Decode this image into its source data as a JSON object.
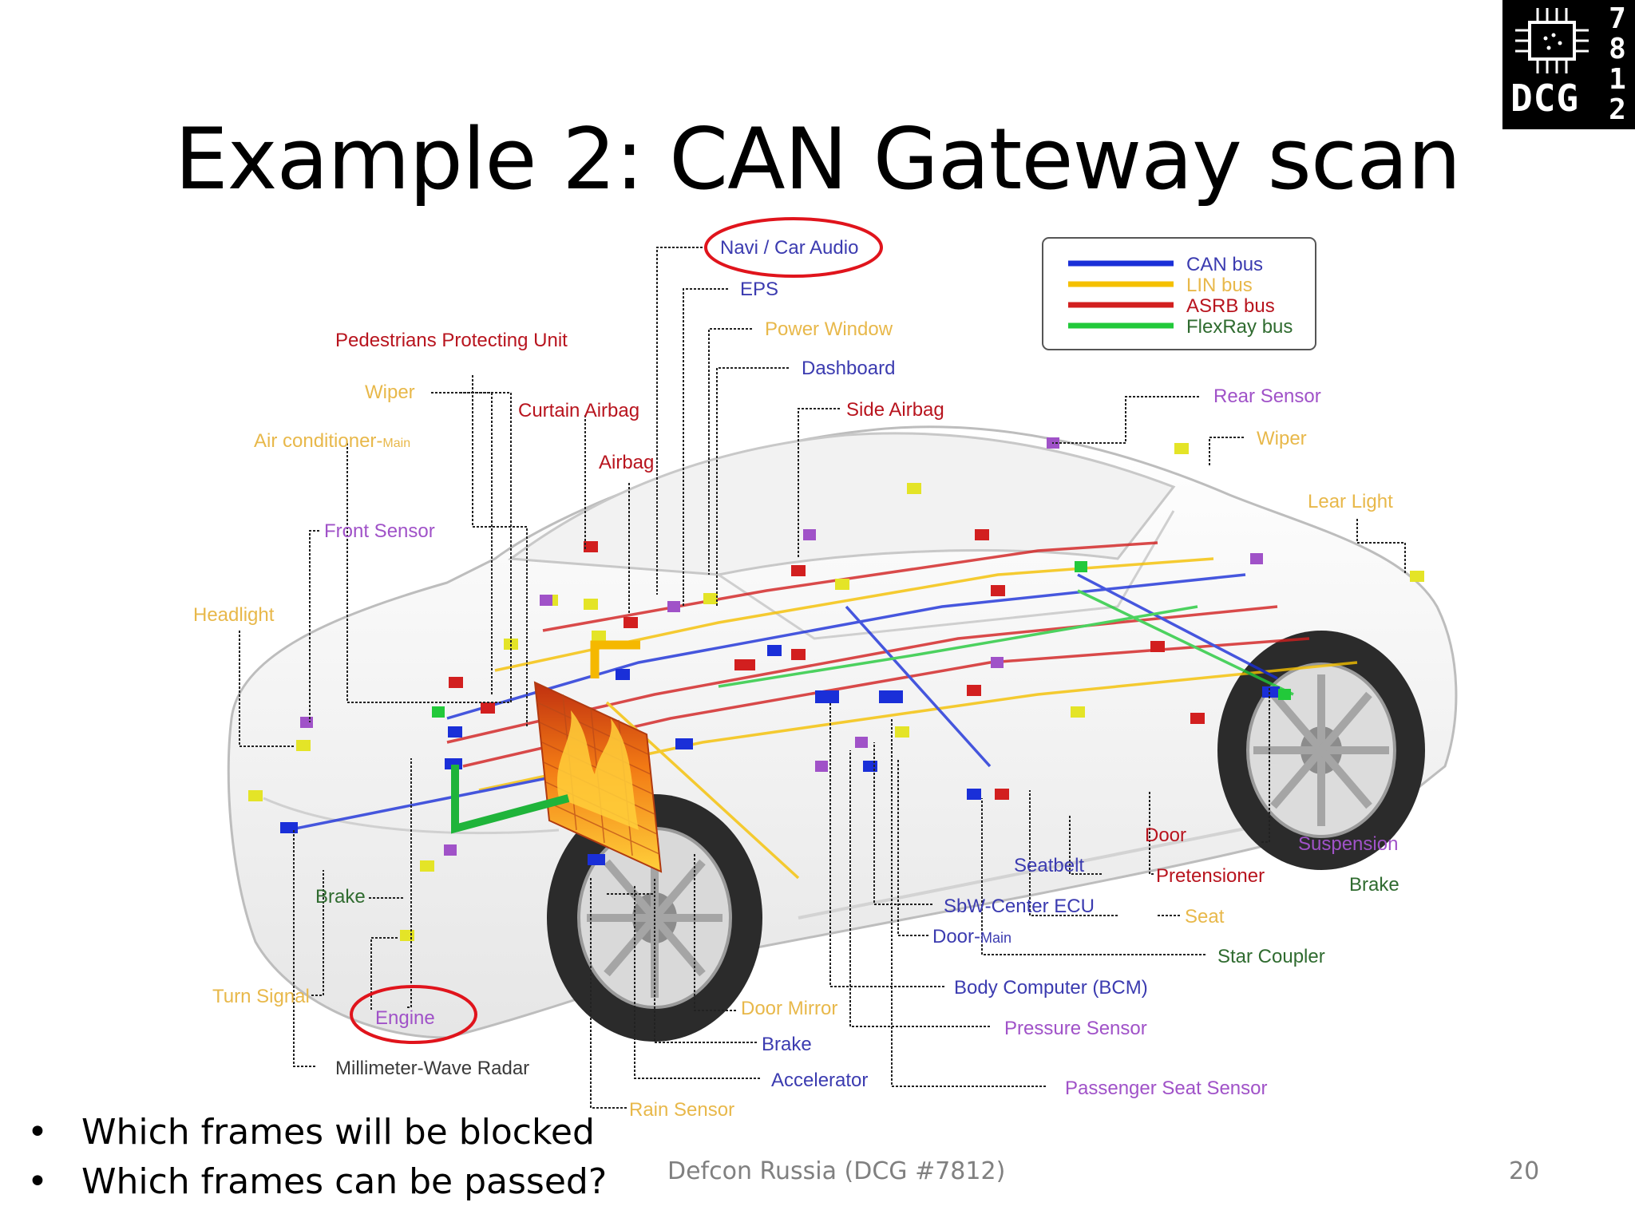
{
  "slide": {
    "title": "Example 2: CAN Gateway scan",
    "logo": {
      "text": "DCG",
      "digits": [
        "7",
        "8",
        "1",
        "2"
      ],
      "icon": "chip-icon"
    },
    "bullets": [
      "Which frames will be blocked",
      "Which frames can be passed?"
    ],
    "footer": "Defcon Russia (DCG #7812)",
    "page_number": "20"
  },
  "diagram": {
    "legend": [
      {
        "label": "CAN bus",
        "color": "#1a2fd8"
      },
      {
        "label": "LIN bus",
        "color": "#f5c000"
      },
      {
        "label": "ASRB bus",
        "color": "#d21f1f"
      },
      {
        "label": "FlexRay bus",
        "color": "#22c93a"
      }
    ],
    "labels": {
      "navi": "Navi / Car Audio",
      "eps": "EPS",
      "power_window": "Power Window",
      "dashboard": "Dashboard",
      "side_airbag": "Side Airbag",
      "pedestrians": "Pedestrians Protecting Unit",
      "wiper_front": "Wiper",
      "curtain_airbag": "Curtain Airbag",
      "air_conditioner": "Air conditioner-",
      "air_conditioner_main": "Main",
      "airbag": "Airbag",
      "front_sensor": "Front Sensor",
      "headlight": "Headlight",
      "rear_sensor": "Rear Sensor",
      "wiper_rear": "Wiper",
      "rear_light": "Lear Light",
      "door": "Door",
      "suspension": "Suspension",
      "seatbelt": "Seatbelt",
      "pretensioner": "Pretensioner",
      "brake_rear": "Brake",
      "sbw": "SbW-Center ECU",
      "seat": "Seat",
      "door_main": "Door-",
      "door_main_sub": "Main",
      "star_coupler": "Star Coupler",
      "brake_front": "Brake",
      "bcm": "Body Computer (BCM)",
      "turn_signal": "Turn Signal",
      "engine": "Engine",
      "door_mirror": "Door Mirror",
      "pressure_sensor": "Pressure Sensor",
      "brake_bottom": "Brake",
      "radar": "Millimeter-Wave Radar",
      "accelerator": "Accelerator",
      "passenger_seat": "Passenger Seat Sensor",
      "rain_sensor": "Rain Sensor"
    },
    "colors": {
      "blue_label": "#3b3bb0",
      "red_label": "#b8141e",
      "yellow_label": "#e8b84a",
      "green_label": "#2f6b2f",
      "highlight_ring": "#e0141c",
      "firewall": "#f07818"
    }
  }
}
